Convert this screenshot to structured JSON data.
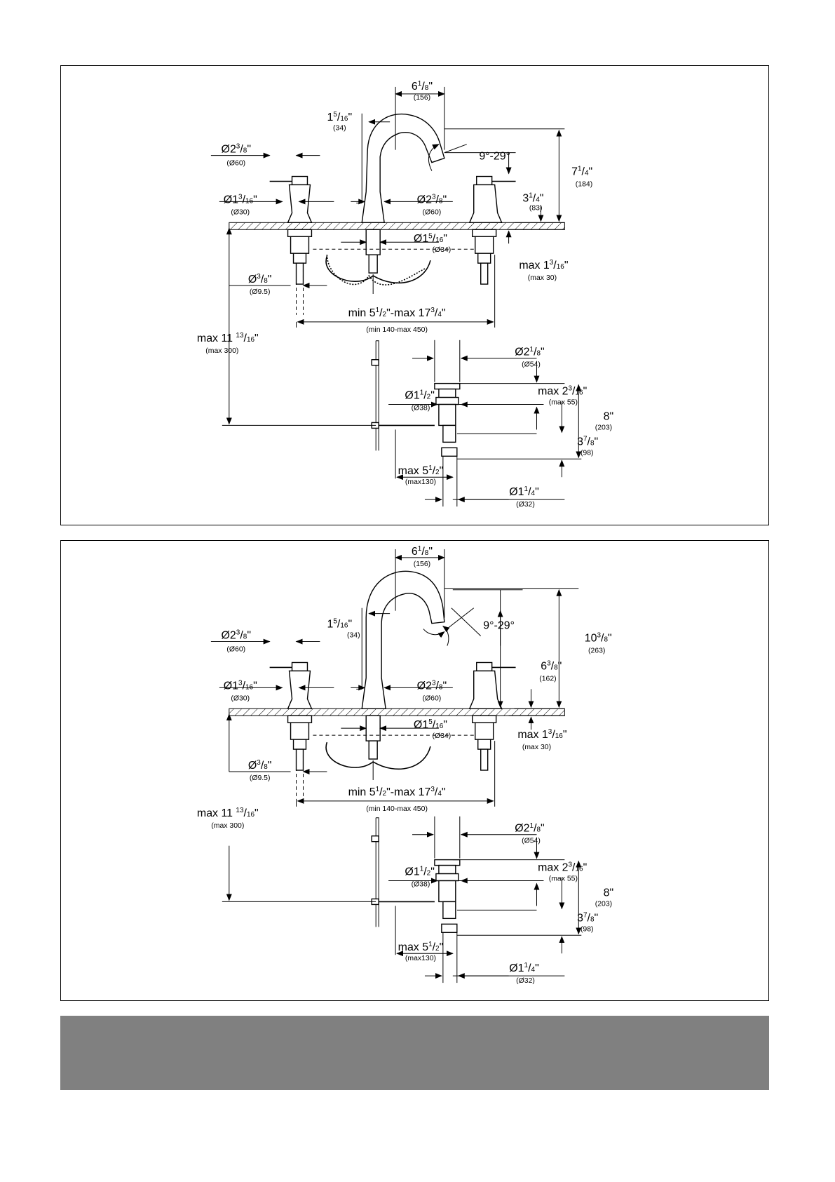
{
  "panels": [
    {
      "id": "spout-standard",
      "dims": {
        "spout_reach": {
          "in_whole": "6",
          "in_num": "1",
          "in_den": "8",
          "mm": "(156)"
        },
        "spout_offset": {
          "in_whole": "1",
          "in_num": "5",
          "in_den": "16",
          "mm": "(34)"
        },
        "handle_dia": {
          "prefix": "Ø2",
          "in_num": "3",
          "in_den": "8",
          "mm": "(Ø60)"
        },
        "handle_base_dia": {
          "prefix": "Ø1",
          "in_num": "3",
          "in_den": "16",
          "mm": "(Ø30)"
        },
        "spout_base_dia": {
          "prefix": "Ø2",
          "in_num": "3",
          "in_den": "8",
          "mm": "(Ø60)"
        },
        "swivel_angle": {
          "text": "9°-29°"
        },
        "aerator_height": {
          "in_whole": "3",
          "in_num": "1",
          "in_den": "4",
          "mm": "(83)"
        },
        "total_height": {
          "in_whole": "7",
          "in_num": "1",
          "in_den": "4",
          "mm": "(184)"
        },
        "shank_dia": {
          "prefix": "Ø1",
          "in_num": "5",
          "in_den": "16",
          "mm": "(Ø34)"
        },
        "deck_thickness": {
          "prefix": "max 1",
          "in_num": "3",
          "in_den": "16",
          "mm": "(max 30)"
        },
        "supply_dia": {
          "prefix": "Ø",
          "in_num": "3",
          "in_den": "8",
          "mm": "(Ø9.5)"
        },
        "spread": {
          "text": "min 5",
          "n1": "1",
          "d1": "2",
          "mid": "-max 17",
          "n2": "3",
          "d2": "4",
          "mm": "(min 140-max 450)"
        },
        "below_deck": {
          "prefix": "max 11 ",
          "in_num": "13",
          "in_den": "16",
          "mm": "(max 300)"
        },
        "drain_flange_dia": {
          "prefix": "Ø2",
          "in_num": "1",
          "in_den": "8",
          "mm": "(Ø54)"
        },
        "drain_body_dia": {
          "prefix": "Ø1",
          "in_num": "1",
          "in_den": "2",
          "mm": "(Ø38)"
        },
        "drain_thickness": {
          "prefix": "max 2",
          "in_num": "3",
          "in_den": "16",
          "mm": "(max 55)"
        },
        "drain_length": {
          "text": "8",
          "mm": "(203)"
        },
        "drain_pivot": {
          "in_whole": "3",
          "in_num": "7",
          "in_den": "8",
          "mm": "(98)"
        },
        "lift_rod": {
          "prefix": "max 5",
          "in_num": "1",
          "in_den": "2",
          "mm": "(max130)"
        },
        "tailpiece_dia": {
          "prefix": "Ø1",
          "in_num": "1",
          "in_den": "4",
          "mm": "(Ø32)"
        }
      }
    },
    {
      "id": "spout-high",
      "dims": {
        "spout_reach": {
          "in_whole": "6",
          "in_num": "1",
          "in_den": "8",
          "mm": "(156)"
        },
        "spout_offset": {
          "in_whole": "1",
          "in_num": "5",
          "in_den": "16",
          "mm": "(34)"
        },
        "handle_dia": {
          "prefix": "Ø2",
          "in_num": "3",
          "in_den": "8",
          "mm": "(Ø60)"
        },
        "handle_base_dia": {
          "prefix": "Ø1",
          "in_num": "3",
          "in_den": "16",
          "mm": "(Ø30)"
        },
        "spout_base_dia": {
          "prefix": "Ø2",
          "in_num": "3",
          "in_den": "8",
          "mm": "(Ø60)"
        },
        "swivel_angle": {
          "text": "9°-29°"
        },
        "aerator_height": {
          "in_whole": "6",
          "in_num": "3",
          "in_den": "8",
          "mm": "(162)"
        },
        "total_height": {
          "in_whole": "10",
          "in_num": "3",
          "in_den": "8",
          "mm": "(263)"
        },
        "shank_dia": {
          "prefix": "Ø1",
          "in_num": "5",
          "in_den": "16",
          "mm": "(Ø34)"
        },
        "deck_thickness": {
          "prefix": "max 1",
          "in_num": "3",
          "in_den": "16",
          "mm": "(max 30)"
        },
        "supply_dia": {
          "prefix": "Ø",
          "in_num": "3",
          "in_den": "8",
          "mm": "(Ø9.5)"
        },
        "spread": {
          "text": "min 5",
          "n1": "1",
          "d1": "2",
          "mid": "-max 17",
          "n2": "3",
          "d2": "4",
          "mm": "(min 140-max 450)"
        },
        "below_deck": {
          "prefix": "max 11 ",
          "in_num": "13",
          "in_den": "16",
          "mm": "(max 300)"
        },
        "drain_flange_dia": {
          "prefix": "Ø2",
          "in_num": "1",
          "in_den": "8",
          "mm": "(Ø54)"
        },
        "drain_body_dia": {
          "prefix": "Ø1",
          "in_num": "1",
          "in_den": "2",
          "mm": "(Ø38)"
        },
        "drain_thickness": {
          "prefix": "max 2",
          "in_num": "3",
          "in_den": "16",
          "mm": "(max 55)"
        },
        "drain_length": {
          "text": "8",
          "mm": "(203)"
        },
        "drain_pivot": {
          "in_whole": "3",
          "in_num": "7",
          "in_den": "8",
          "mm": "(98)"
        },
        "lift_rod": {
          "prefix": "max 5",
          "in_num": "1",
          "in_den": "2",
          "mm": "(max130)"
        },
        "tailpiece_dia": {
          "prefix": "Ø1",
          "in_num": "1",
          "in_den": "4",
          "mm": "(Ø32)"
        }
      }
    }
  ],
  "colors": {
    "line": "#000000",
    "footer": "#808080",
    "background": "#ffffff"
  }
}
